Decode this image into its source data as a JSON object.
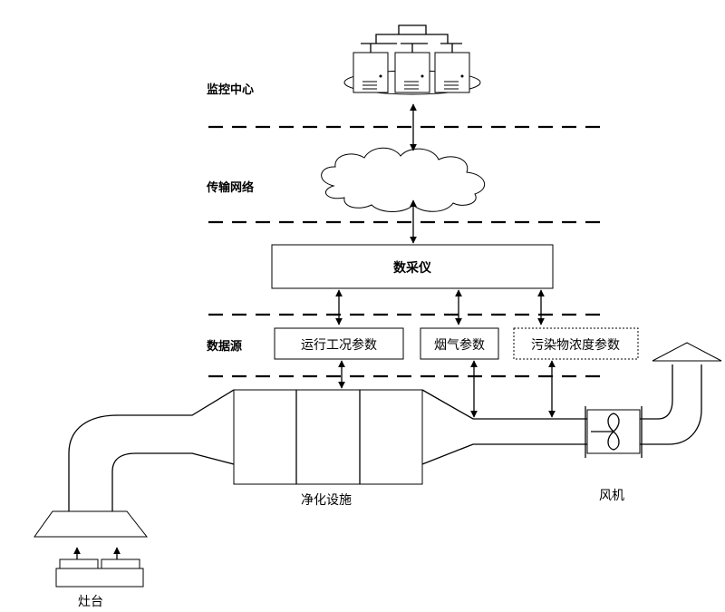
{
  "layers": {
    "monitor_center": "监控中心",
    "transmission_network": "传输网络",
    "data_source": "数据源"
  },
  "nodes": {
    "collector": "数采仪",
    "operating_params": "运行工况参数",
    "flue_gas_params": "烟气参数",
    "pollutant_params": "污染物浓度参数",
    "purifier": "净化设施",
    "fan": "风机",
    "stove": "灶台"
  }
}
